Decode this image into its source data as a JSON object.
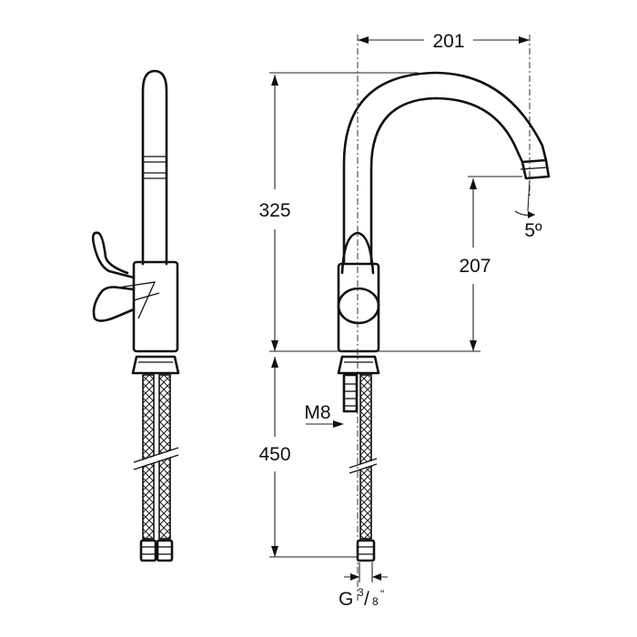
{
  "dimensions": {
    "spout_reach": "201",
    "total_height": "325",
    "spout_height": "207",
    "hose_length": "450",
    "spout_angle": "5º",
    "thread": "M8",
    "connection_prefix": "G",
    "connection_num": "3",
    "connection_den": "8",
    "connection_suffix": "\""
  }
}
